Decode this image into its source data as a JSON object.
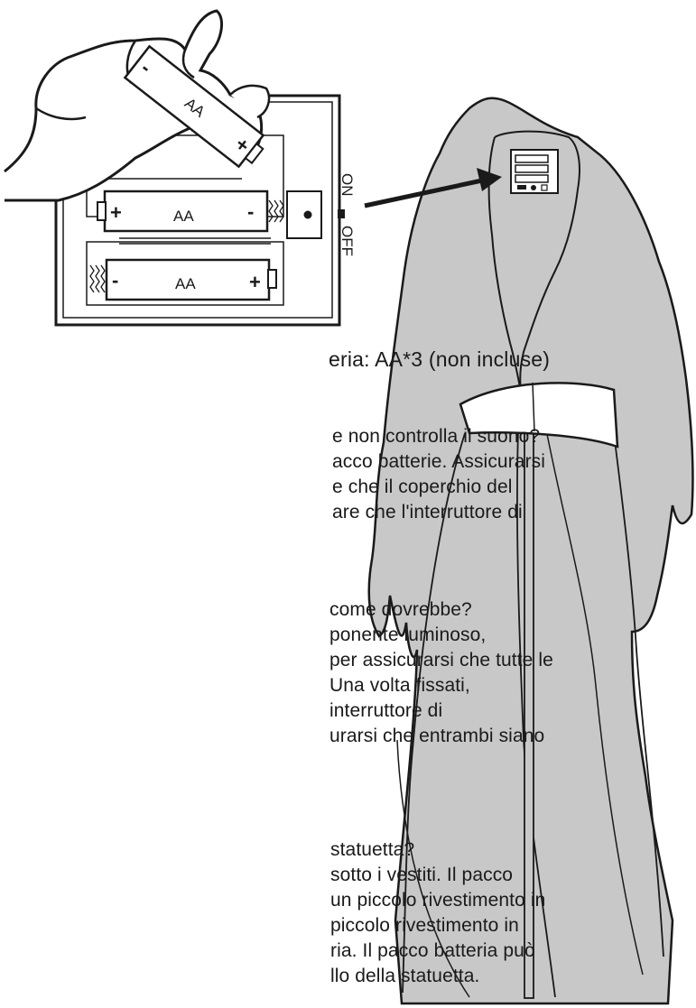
{
  "battery_diagram": {
    "switch_on": "ON",
    "switch_off": "OFF",
    "cells": [
      {
        "label": "AA",
        "plus": "+",
        "minus": "-"
      },
      {
        "label": "AA",
        "plus": "+",
        "minus": "-"
      },
      {
        "label": "AA",
        "plus": "+",
        "minus": "-"
      }
    ]
  },
  "battery_spec": "eria: AA*3 (non incluse)",
  "faq": {
    "q1": [
      "e non controlla il suono?",
      "acco batterie. Assicurarsi",
      "e che il coperchio del",
      "are che l'interruttore di"
    ],
    "q2": [
      "come dovrebbe?",
      "ponente luminoso,",
      "per assicurarsi che tutte le",
      "Una volta fissati,",
      "interruttore di",
      "urarsi che entrambi siano"
    ],
    "q3": [
      "statuetta?",
      "sotto i vestiti. Il pacco",
      "un piccolo rivestimento in",
      "piccolo rivestimento in",
      "ria. Il pacco batteria può",
      "llo della statuetta."
    ]
  }
}
